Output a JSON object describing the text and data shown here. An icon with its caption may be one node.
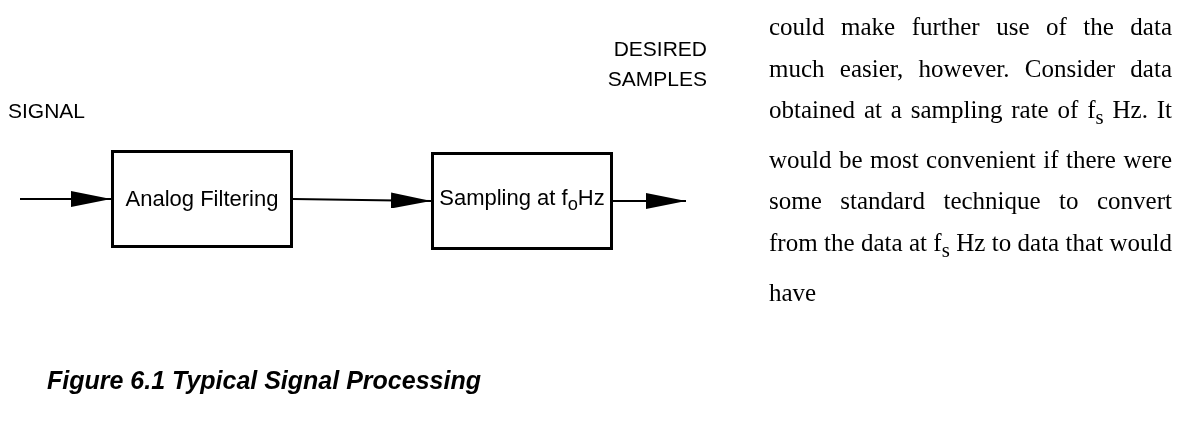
{
  "diagram": {
    "caption": "Figure 6.1 Typical Signal Processing",
    "nodes": [
      {
        "text": [
          "Analog Filtering"
        ]
      },
      {
        "text": [
          "Sampling at f$_{o}$Hz"
        ]
      }
    ],
    "edges": [
      {
        "from": null,
        "to": 0,
        "arrow": "to"
      },
      {
        "from": 0,
        "to": 1,
        "arrow": "to"
      },
      {
        "from": 1,
        "to": null,
        "arrow": "to"
      }
    ],
    "labels": [
      "SIGNAL",
      "DESIRED SAMPLES",
      "could make further use of the data much easier, however. Consider data obtained at a sampling rate of f$_{s}$ Hz. It would be most convenient if there were some standard technique to convert from the data at f$_{s}$ Hz to data that would have"
    ]
  }
}
